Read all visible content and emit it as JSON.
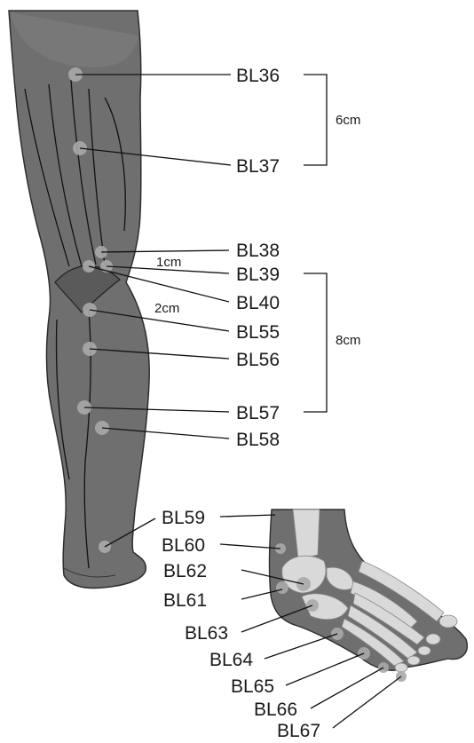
{
  "points": {
    "BL36": "BL36",
    "BL37": "BL37",
    "BL38": "BL38",
    "BL39": "BL39",
    "BL40": "BL40",
    "BL55": "BL55",
    "BL56": "BL56",
    "BL57": "BL57",
    "BL58": "BL58",
    "BL59": "BL59",
    "BL60": "BL60",
    "BL62": "BL62",
    "BL61": "BL61",
    "BL63": "BL63",
    "BL64": "BL64",
    "BL65": "BL65",
    "BL66": "BL66",
    "BL67": "BL67"
  },
  "measurements": {
    "bracket_upper": "6cm",
    "bracket_lower": "8cm",
    "gap_1": "1cm",
    "gap_2": "2cm"
  },
  "colors": {
    "leg_fill": "#6f6f6f",
    "leg_dark": "#4a4a4a",
    "foot_bone": "#d9d9d9",
    "point": "#a9a9a9"
  }
}
